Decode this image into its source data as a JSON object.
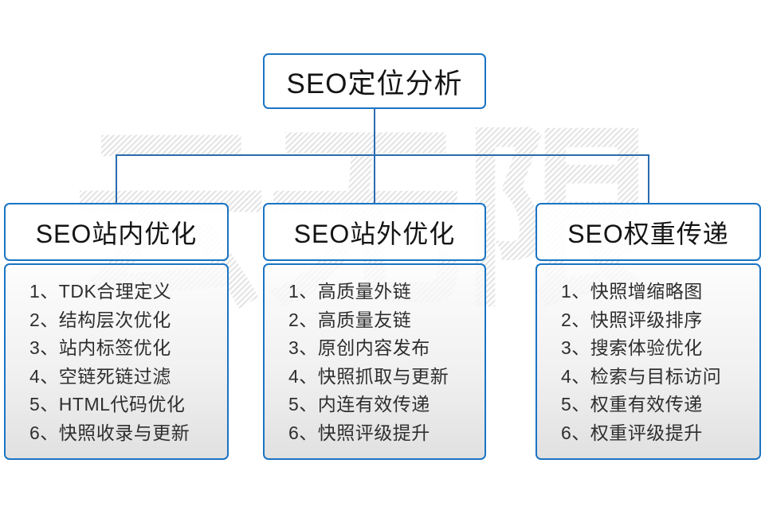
{
  "diagram": {
    "root_title": "SEO定位分析",
    "watermark_text": "云无限",
    "colors": {
      "box_border": "#1a74c4",
      "connector_line": "#2a6cb0",
      "watermark_gray": "#e6e6e6",
      "panel_gradient_bottom": "#dedede"
    },
    "columns": [
      {
        "title": "SEO站内优化",
        "items": [
          "1、TDK合理定义",
          "2、结构层次优化",
          "3、站内标签优化",
          "4、空链死链过滤",
          "5、HTML代码优化",
          "6、快照收录与更新"
        ]
      },
      {
        "title": "SEO站外优化",
        "items": [
          "1、高质量外链",
          "2、高质量友链",
          "3、原创内容发布",
          "4、快照抓取与更新",
          "5、内连有效传递",
          "6、快照评级提升"
        ]
      },
      {
        "title": "SEO权重传递",
        "items": [
          "1、快照增缩略图",
          "2、快照评级排序",
          "3、搜索体验优化",
          "4、检索与目标访问",
          "5、权重有效传递",
          "6、权重评级提升"
        ]
      }
    ]
  }
}
